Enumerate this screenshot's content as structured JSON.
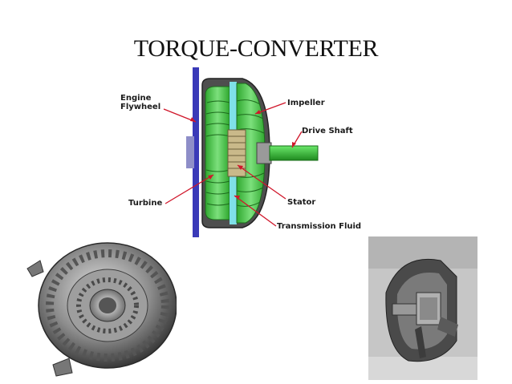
{
  "slide": {
    "title": "TORQUE-CONVERTER"
  },
  "diagram": {
    "labels": {
      "engine_flywheel": "Engine\nFlywheel",
      "impeller": "Impeller",
      "drive_shaft": "Drive Shaft",
      "turbine": "Turbine",
      "stator": "Stator",
      "transmission_fluid": "Transmission Fluid"
    },
    "colors": {
      "flywheel": "#3a3ab8",
      "turbine": "#3cc43c",
      "fluid": "#7fe0e8",
      "shaft": "#2fbf2f",
      "leader_line": "#d0162a"
    }
  }
}
